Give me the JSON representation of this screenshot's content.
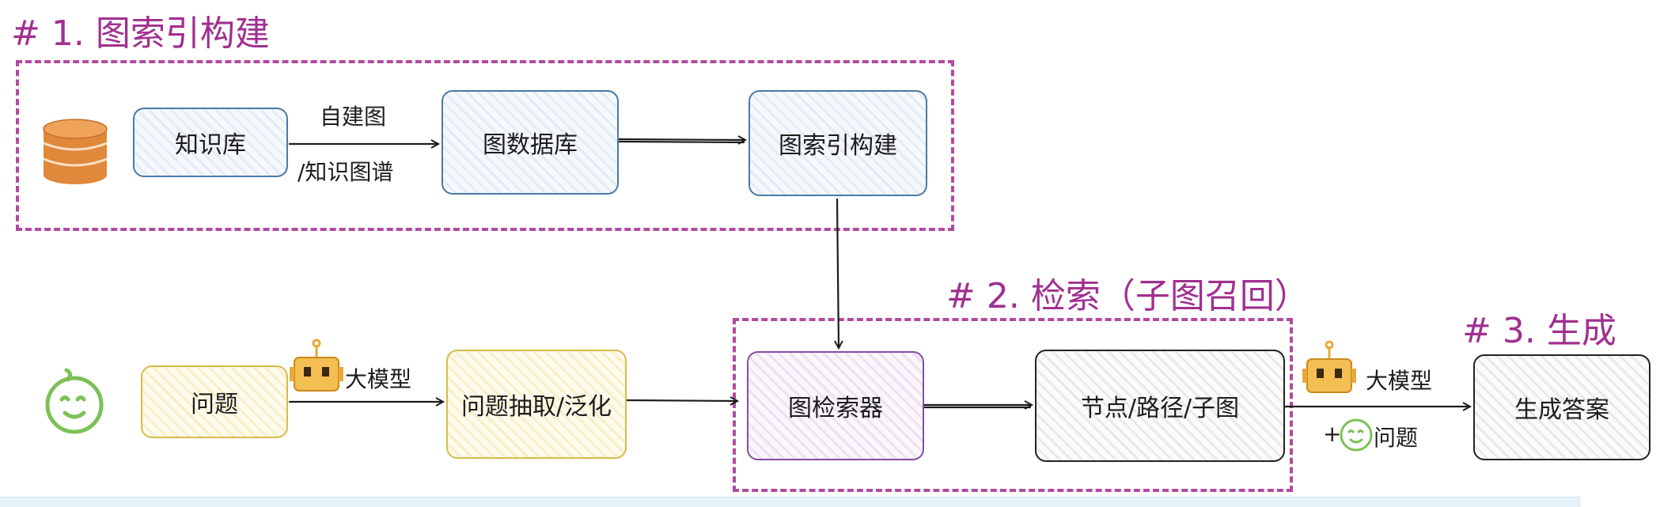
{
  "sections": {
    "index_build": "# 1. 图索引构建",
    "retrieval": "# 2. 检索（子图召回）",
    "generation": "# 3. 生成"
  },
  "nodes": {
    "knowledge_base": "知识库",
    "graph_db": "图数据库",
    "index_build": "图索引构建",
    "question": "问题",
    "extract": "问题抽取/泛化",
    "retriever": "图检索器",
    "subgraph": "节点/路径/子图",
    "answer": "生成答案"
  },
  "edge_labels": {
    "self_build": "自建图",
    "knowledge_graph": "/知识图谱",
    "llm_1": "大模型",
    "llm_2": "大模型",
    "plus_question": "问题",
    "plus_sign": "+"
  },
  "icons": {
    "database": "database-icon",
    "user_face": "smiley-face-icon",
    "robot": "robot-icon"
  },
  "colors": {
    "section_title": "#a0308f",
    "dashed_border": "#b24aa0",
    "blue_node": "#4a79a8",
    "yellow_node": "#d6bb4a",
    "purple_node": "#8a4aa3",
    "dark_node": "#222222",
    "database_icon": "#e0893a",
    "face_icon": "#7cc156",
    "robot_icon": "#e9a93a"
  }
}
